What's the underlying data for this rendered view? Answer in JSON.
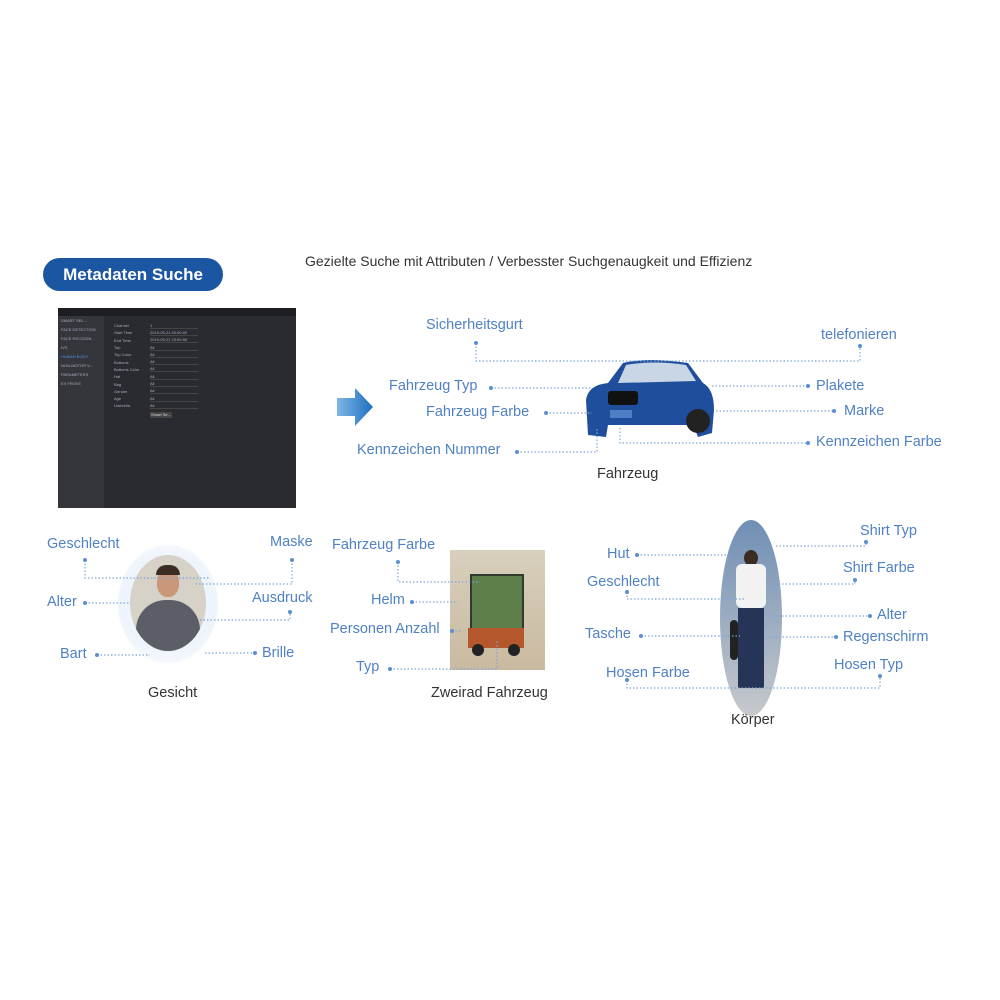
{
  "header": {
    "badge": "Metadaten Suche",
    "subtitle": "Gezielte Suche mit Attributen / Verbesster Suchgenaugkeit und Effizienz"
  },
  "screenshot": {
    "sidebar": [
      "SMART SEL...",
      "FACE DETECTION",
      "FACE RECOGNI...",
      "IVS",
      "HUMAN BODY",
      "NON-MOTOR V...",
      "PARAMETERS",
      "EX FRONT"
    ],
    "fields": [
      [
        "Channel",
        "1"
      ],
      [
        "Start Time",
        "2019-05-21 00:00:00"
      ],
      [
        "End Time",
        "2019-05-21 23:59:59"
      ],
      [
        "Top",
        "All"
      ],
      [
        "Top Color",
        "All"
      ],
      [
        "Bottoms",
        "All"
      ],
      [
        "Bottoms Color",
        "All"
      ],
      [
        "Hat",
        "All"
      ],
      [
        "Bag",
        "All"
      ],
      [
        "Gender",
        "All"
      ],
      [
        "Age",
        "All"
      ],
      [
        "Umbrella",
        "All"
      ]
    ],
    "search_button": "Smart Se..."
  },
  "vehicle": {
    "caption": "Fahrzeug",
    "labels": {
      "seatbelt": "Sicherheitsgurt",
      "phone": "telefonieren",
      "type": "Fahrzeug Typ",
      "color": "Fahrzeug Farbe",
      "plate_number": "Kennzeichen Nummer",
      "sticker": "Plakete",
      "brand": "Marke",
      "plate_color": "Kennzeichen Farbe"
    }
  },
  "face": {
    "caption": "Gesicht",
    "labels": {
      "gender": "Geschlecht",
      "mask": "Maske",
      "age": "Alter",
      "expression": "Ausdruck",
      "beard": "Bart",
      "glasses": "Brille"
    }
  },
  "twowheel": {
    "caption": "Zweirad Fahrzeug",
    "labels": {
      "color": "Fahrzeug Farbe",
      "helmet": "Helm",
      "persons": "Personen Anzahl",
      "type": "Typ"
    }
  },
  "body": {
    "caption": "Körper",
    "labels": {
      "shirt_type": "Shirt Typ",
      "hat": "Hut",
      "shirt_color": "Shirt Farbe",
      "gender": "Geschlecht",
      "age": "Alter",
      "bag": "Tasche",
      "umbrella": "Regenschirm",
      "pants_color": "Hosen Farbe",
      "pants_type": "Hosen Typ"
    }
  },
  "colors": {
    "accent": "#1b56a3",
    "label": "#4f81c4"
  }
}
